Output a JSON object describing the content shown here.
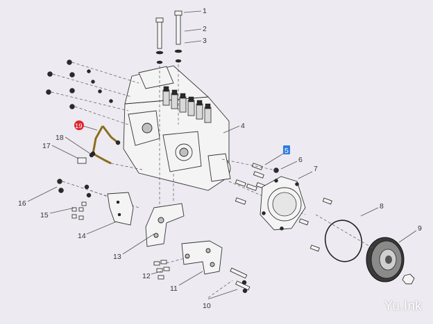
{
  "diagram": {
    "callouts": [
      {
        "id": "1",
        "label": "1"
      },
      {
        "id": "2",
        "label": "2"
      },
      {
        "id": "3",
        "label": "3"
      },
      {
        "id": "4",
        "label": "4"
      },
      {
        "id": "5",
        "label": "5",
        "highlight": "#2f7de1"
      },
      {
        "id": "6",
        "label": "6"
      },
      {
        "id": "7",
        "label": "7"
      },
      {
        "id": "8",
        "label": "8"
      },
      {
        "id": "9",
        "label": "9"
      },
      {
        "id": "10",
        "label": "10"
      },
      {
        "id": "11",
        "label": "11"
      },
      {
        "id": "12",
        "label": "12"
      },
      {
        "id": "13",
        "label": "13"
      },
      {
        "id": "14",
        "label": "14"
      },
      {
        "id": "15",
        "label": "15"
      },
      {
        "id": "16",
        "label": "16"
      },
      {
        "id": "17",
        "label": "17"
      },
      {
        "id": "18",
        "label": "18"
      },
      {
        "id": "19",
        "label": "19",
        "highlight": "#e0232f"
      }
    ]
  },
  "watermark": "Yu.Ink",
  "colors": {
    "background": "#eeeaf1",
    "line": "#333333",
    "highlight_red": "#e0232f",
    "highlight_blue": "#2f7de1"
  }
}
